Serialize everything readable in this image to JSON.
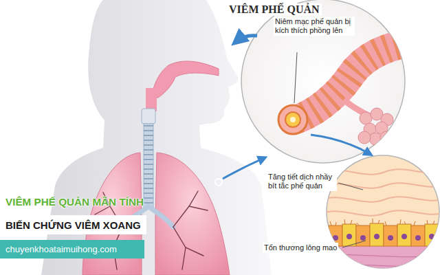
{
  "diagram": {
    "title": "VIÊM PHẾ QUẢN",
    "nodes": [
      {
        "text": [
          "BIẾN CHỨNG VIÊM XOANG"
        ]
      },
      {
        "text": [
          "chuyenkhoataimuihong.com"
        ]
      }
    ],
    "labels": [
      "Niêm mạc phế quản bị kích thích phồng lên",
      "Tăng tiết dịch nhầy bít tắc phế quản",
      "Tổn thương lông mao",
      "VIÊM PHẾ QUẢN MÃN TÍNH"
    ]
  }
}
